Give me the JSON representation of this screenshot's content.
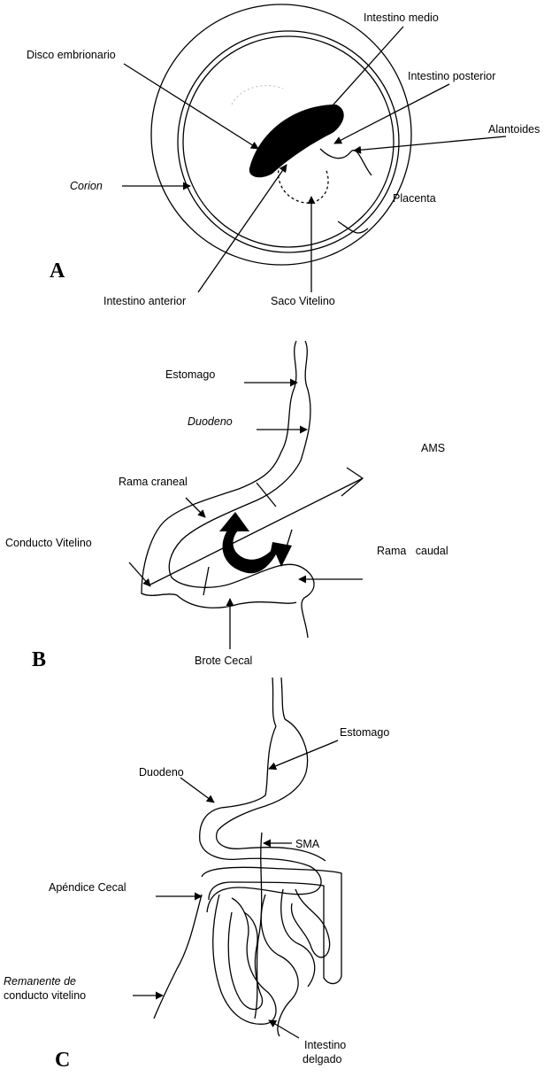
{
  "panel_a": {
    "letter": "A",
    "labels": {
      "intestino_medio": "Intestino medio",
      "disco_embrionario": "Disco embrionario",
      "intestino_posterior": "Intestino posterior",
      "alantoides": "Alantoides",
      "corion": "Corion",
      "placenta": "Placenta",
      "intestino_anterior": "Intestino anterior",
      "saco_vitelino": "Saco Vitelino"
    }
  },
  "panel_b": {
    "letter": "B",
    "labels": {
      "estomago": "Estomago",
      "duodeno": "Duodeno",
      "ams": "AMS",
      "rama_craneal": "Rama craneal",
      "conducto_vitelino": "Conducto Vitelino",
      "rama_caudal": "Rama   caudal",
      "brote_cecal": "Brote Cecal"
    }
  },
  "panel_c": {
    "letter": "C",
    "labels": {
      "estomago": "Estomago",
      "duodeno": "Duodeno",
      "sma": "SMA",
      "apendice_cecal": "Apéndice Cecal",
      "remanente_line1": "Remanente de",
      "remanente_line2": "conducto vitelino",
      "intestino_line1": "Intestino",
      "intestino_line2": "delgado"
    }
  }
}
